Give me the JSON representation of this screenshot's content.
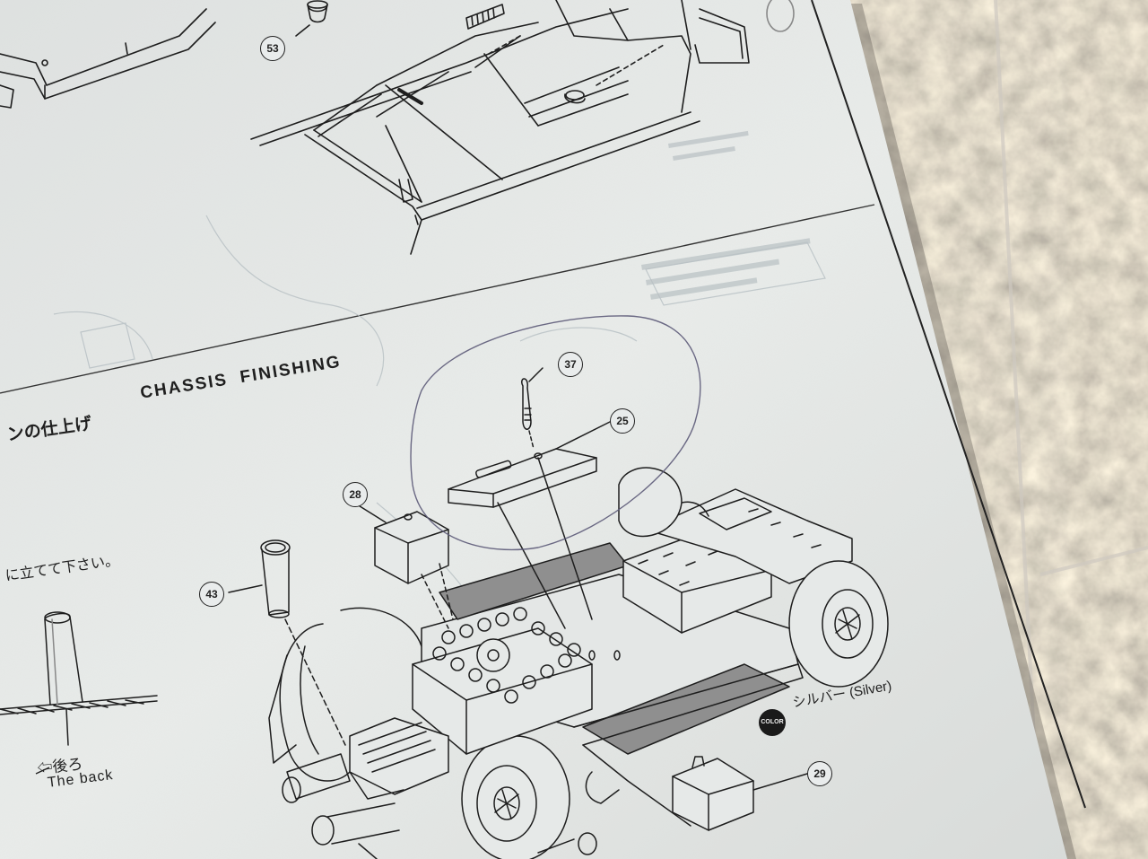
{
  "instruction_sheet": {
    "section_title_word1": "CHASSIS",
    "section_title_word2": "FINISHING",
    "section_title_jp": "ンの仕上げ",
    "note_jp": "に立てて下さい。",
    "back_jp": "⇦後ろ",
    "back_en": "The back",
    "color_badge": "COLOR",
    "color_note": "シルバー (Silver)",
    "parts": {
      "p53": "53",
      "p37": "37",
      "p25": "25",
      "p28": "28",
      "p43": "43",
      "p29": "29"
    }
  },
  "colors": {
    "paper": "#e6e9e8",
    "ink": "#1f1f1f",
    "pencil_circle": "#5c5a78",
    "shaded_panel": "#8f8f8f",
    "marble_table": "#a79e92"
  },
  "photo_elements": {
    "paper_sheet": "instruction-sheet",
    "table_surface": "marble-tile",
    "annotation": "hand-drawn-pencil-circle"
  }
}
